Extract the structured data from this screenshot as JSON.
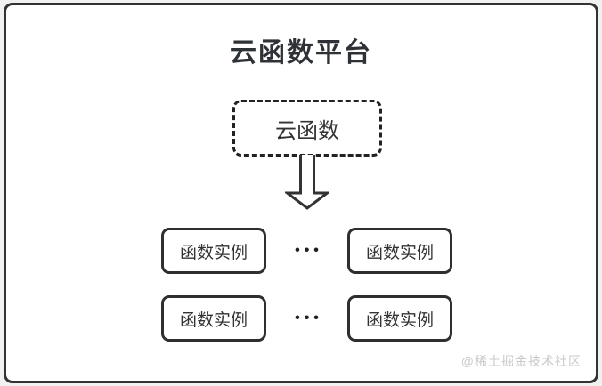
{
  "colors": {
    "page_background": "#f1f1f1",
    "panel_background": "#ffffff",
    "border": "#333333",
    "text": "#333333",
    "title_text": "#2e3135",
    "watermark_text": "#c9c9c9"
  },
  "diagram": {
    "title": "云函数平台",
    "cloud_function": {
      "label": "云函数"
    },
    "arrow_icon": "down-arrow",
    "rows": [
      {
        "boxes": [
          "函数实例",
          "函数实例"
        ],
        "separator": "•••"
      },
      {
        "boxes": [
          "函数实例",
          "函数实例"
        ],
        "separator": "•••"
      }
    ],
    "watermark": "@稀土掘金技术社区"
  }
}
